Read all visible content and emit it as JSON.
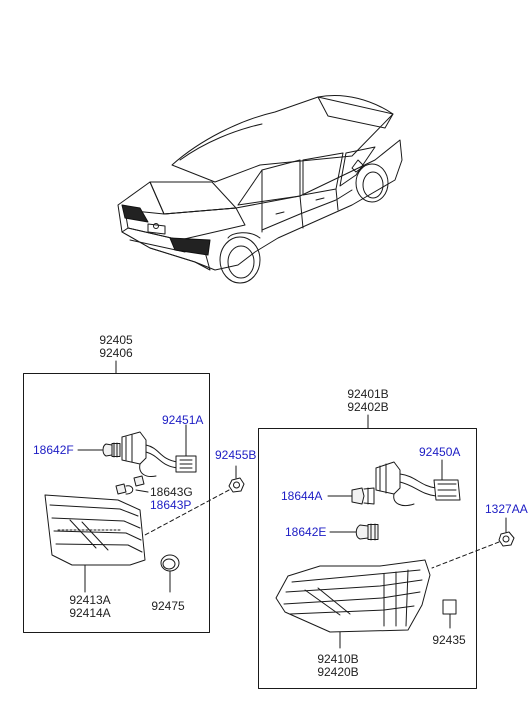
{
  "colors": {
    "line": "#1a1a1a",
    "label_black": "#222222",
    "label_blue": "#1c1cc4",
    "lamp_fill": "#3a3a3a",
    "bulb_fill": "#f2f2f2"
  },
  "left_assembly": {
    "part_numbers": [
      "92405",
      "92406"
    ],
    "inner_lens_parts": [
      "92413A",
      "92414A"
    ],
    "cap_part": "92475",
    "socket_harness_part": "92451A",
    "bulb_large_part": "18642F",
    "bulb_small_parts": [
      "18643G",
      "18643P"
    ]
  },
  "right_assembly": {
    "part_numbers": [
      "92401B",
      "92402B"
    ],
    "outer_lens_parts": [
      "92410B",
      "92420B"
    ],
    "pad_part": "92435",
    "socket_harness_part": "92450A",
    "bulb_upper_part": "18644A",
    "bulb_lower_part": "18642E"
  },
  "fasteners": {
    "nut_left": "92455B",
    "nut_right": "1327AA"
  }
}
